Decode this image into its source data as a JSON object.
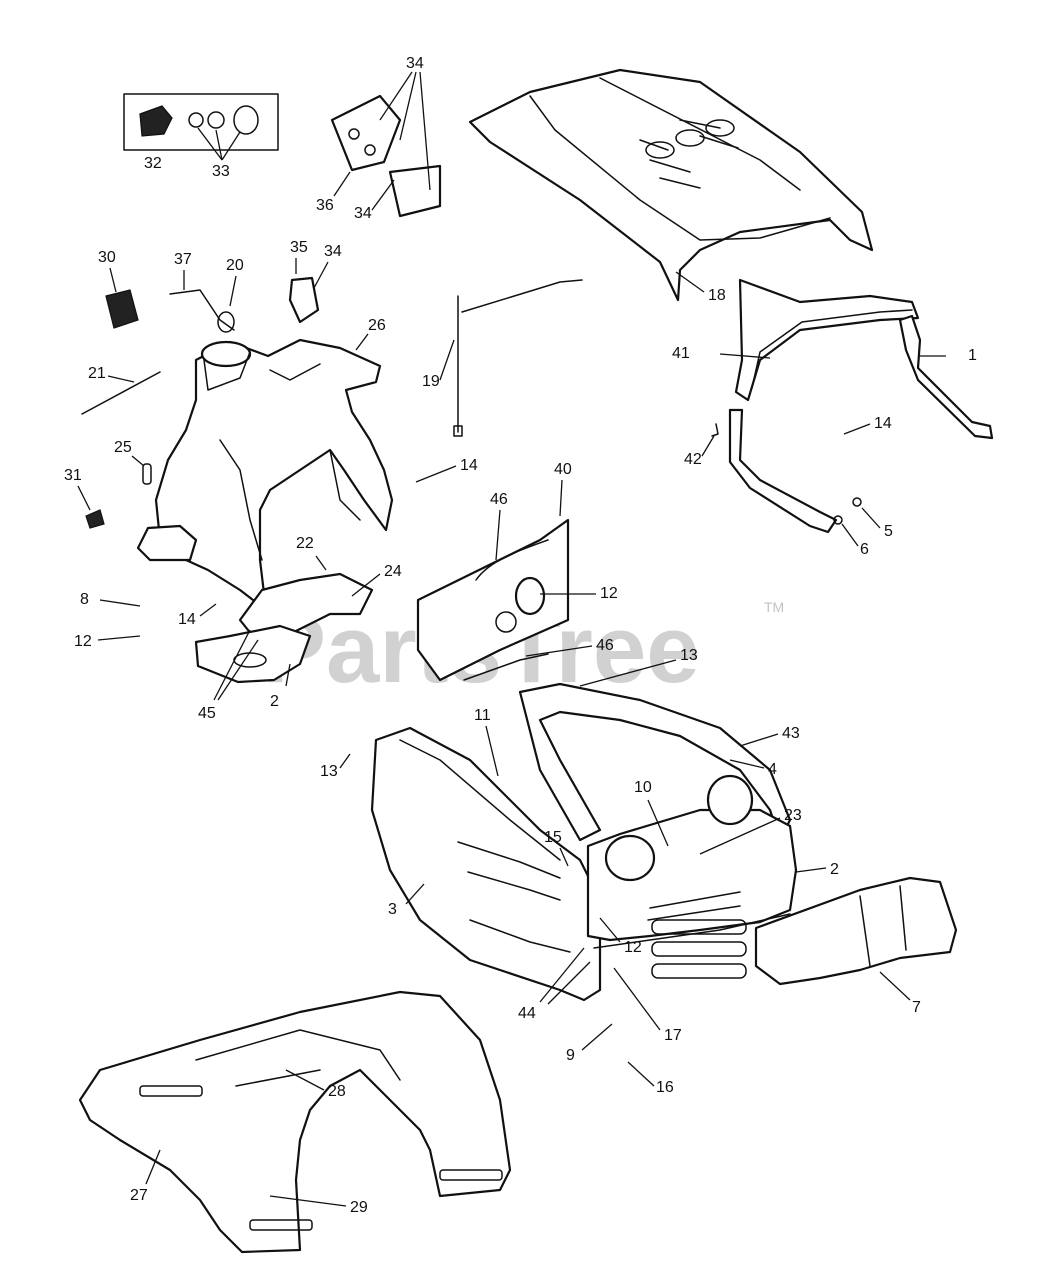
{
  "watermark": {
    "text": "PartsTree",
    "trademark": "TM"
  },
  "callouts": [
    {
      "id": "c1",
      "text": "1"
    },
    {
      "id": "c2a",
      "text": "2"
    },
    {
      "id": "c2b",
      "text": "2"
    },
    {
      "id": "c3",
      "text": "3"
    },
    {
      "id": "c4",
      "text": "4"
    },
    {
      "id": "c5",
      "text": "5"
    },
    {
      "id": "c6",
      "text": "6"
    },
    {
      "id": "c7",
      "text": "7"
    },
    {
      "id": "c8",
      "text": "8"
    },
    {
      "id": "c9",
      "text": "9"
    },
    {
      "id": "c10",
      "text": "10"
    },
    {
      "id": "c11",
      "text": "11"
    },
    {
      "id": "c12a",
      "text": "12"
    },
    {
      "id": "c12b",
      "text": "12"
    },
    {
      "id": "c12c",
      "text": "12"
    },
    {
      "id": "c13a",
      "text": "13"
    },
    {
      "id": "c13b",
      "text": "13"
    },
    {
      "id": "c14a",
      "text": "14"
    },
    {
      "id": "c14b",
      "text": "14"
    },
    {
      "id": "c14c",
      "text": "14"
    },
    {
      "id": "c15",
      "text": "15"
    },
    {
      "id": "c16",
      "text": "16"
    },
    {
      "id": "c17",
      "text": "17"
    },
    {
      "id": "c18",
      "text": "18"
    },
    {
      "id": "c19",
      "text": "19"
    },
    {
      "id": "c20",
      "text": "20"
    },
    {
      "id": "c21",
      "text": "21"
    },
    {
      "id": "c22",
      "text": "22"
    },
    {
      "id": "c23",
      "text": "23"
    },
    {
      "id": "c24",
      "text": "24"
    },
    {
      "id": "c25",
      "text": "25"
    },
    {
      "id": "c26",
      "text": "26"
    },
    {
      "id": "c27",
      "text": "27"
    },
    {
      "id": "c28",
      "text": "28"
    },
    {
      "id": "c29",
      "text": "29"
    },
    {
      "id": "c30",
      "text": "30"
    },
    {
      "id": "c31",
      "text": "31"
    },
    {
      "id": "c32",
      "text": "32"
    },
    {
      "id": "c33",
      "text": "33"
    },
    {
      "id": "c34a",
      "text": "34"
    },
    {
      "id": "c34b",
      "text": "34"
    },
    {
      "id": "c34c",
      "text": "34"
    },
    {
      "id": "c35",
      "text": "35"
    },
    {
      "id": "c36",
      "text": "36"
    },
    {
      "id": "c37",
      "text": "37"
    },
    {
      "id": "c40",
      "text": "40"
    },
    {
      "id": "c41",
      "text": "41"
    },
    {
      "id": "c42",
      "text": "42"
    },
    {
      "id": "c43",
      "text": "43"
    },
    {
      "id": "c44",
      "text": "44"
    },
    {
      "id": "c45",
      "text": "45"
    },
    {
      "id": "c46a",
      "text": "46"
    },
    {
      "id": "c46b",
      "text": "46"
    }
  ]
}
